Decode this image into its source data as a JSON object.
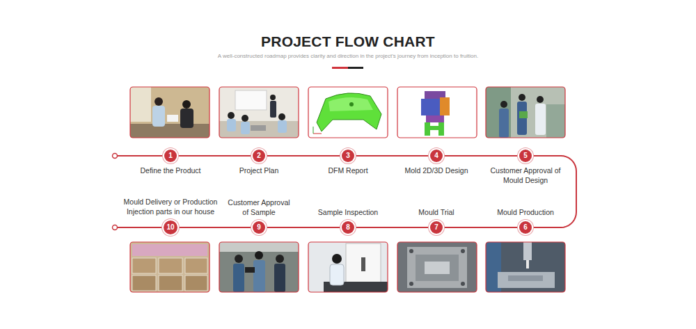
{
  "diagram": {
    "title": "PROJECT FLOW CHART",
    "caption": "A well-constructed roadmap provides clarity and direction in the project’s journey from inception to fruition.",
    "nodes": [
      {
        "text": [
          "1",
          "Define the Product"
        ]
      },
      {
        "text": [
          "2",
          "Project Plan"
        ]
      },
      {
        "text": [
          "3",
          "DFM Report"
        ]
      },
      {
        "text": [
          "4",
          "Mold 2D/3D Design"
        ]
      },
      {
        "text": [
          "5",
          "Customer Approval of Mould Design"
        ]
      },
      {
        "text": [
          "6",
          "Mould Production"
        ]
      },
      {
        "text": [
          "7",
          "Mould Trial"
        ]
      },
      {
        "text": [
          "8",
          "Sample Inspection"
        ]
      },
      {
        "text": [
          "9",
          "Customer Approval of Sample"
        ]
      },
      {
        "text": [
          "10",
          "Mould Delivery or Production Injection parts in our house"
        ]
      }
    ],
    "edges": [
      {
        "from": 0,
        "to": 1,
        "arrow": "none"
      },
      {
        "from": 1,
        "to": 2,
        "arrow": "none"
      },
      {
        "from": 2,
        "to": 3,
        "arrow": "none"
      },
      {
        "from": 3,
        "to": 4,
        "arrow": "none"
      },
      {
        "from": 4,
        "to": 5,
        "arrow": "none"
      },
      {
        "from": 5,
        "to": 6,
        "arrow": "none"
      },
      {
        "from": 6,
        "to": 7,
        "arrow": "none"
      },
      {
        "from": 7,
        "to": 8,
        "arrow": "none"
      },
      {
        "from": 8,
        "to": 9,
        "arrow": "none"
      }
    ]
  }
}
